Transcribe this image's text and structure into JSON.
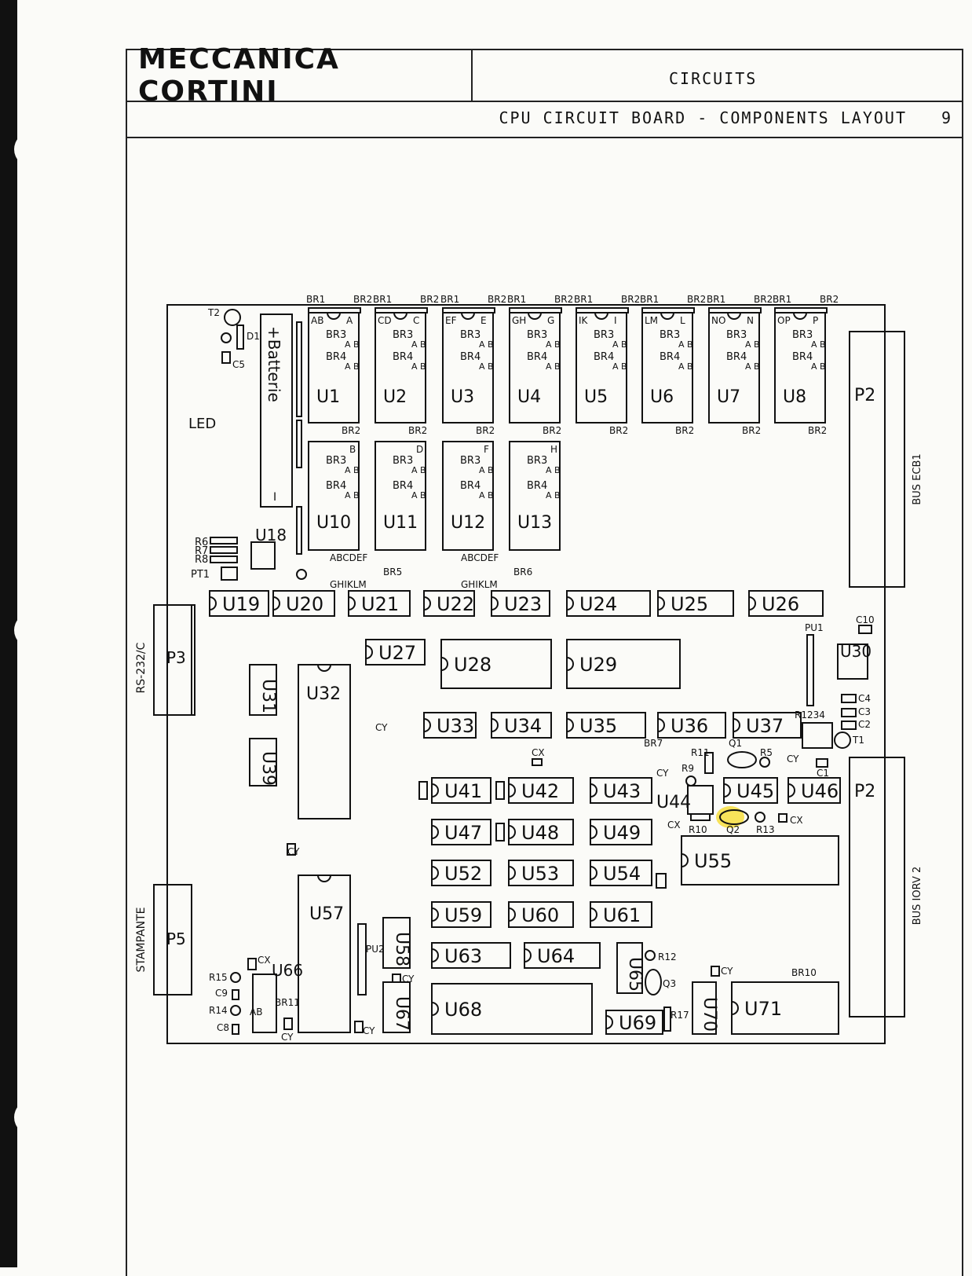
{
  "header": {
    "brand": "MECCANICA CORTINI",
    "section": "CIRCUITS",
    "title": "CPU CIRCUIT BOARD - COMPONENTS LAYOUT",
    "page": "9"
  },
  "top_row_chips": [
    {
      "name": "U1",
      "pins": [
        "AB",
        "A"
      ]
    },
    {
      "name": "U2",
      "pins": [
        "CD",
        "C"
      ]
    },
    {
      "name": "U3",
      "pins": [
        "EF",
        "E"
      ]
    },
    {
      "name": "U4",
      "pins": [
        "GH",
        "G"
      ]
    },
    {
      "name": "U5",
      "pins": [
        "IK",
        "I"
      ]
    },
    {
      "name": "U6",
      "pins": [
        "LM",
        "L"
      ]
    },
    {
      "name": "U7",
      "pins": [
        "NO",
        "N"
      ]
    },
    {
      "name": "U8",
      "pins": [
        "OP",
        "P"
      ]
    }
  ],
  "second_row_chips": [
    {
      "name": "U10",
      "pins": [
        "B"
      ]
    },
    {
      "name": "U11",
      "pins": [
        "D"
      ]
    },
    {
      "name": "U12",
      "pins": [
        "F"
      ]
    },
    {
      "name": "U13",
      "pins": [
        "H"
      ]
    }
  ],
  "jumper_labels": {
    "br1": "BR1",
    "br2": "BR2",
    "br3": "BR3",
    "br4": "BR4",
    "ab": "A B"
  },
  "ic_rows": [
    [
      "U19",
      "U20",
      "U21",
      "U22",
      "U23",
      "U24",
      "U25",
      "U26"
    ],
    [
      "U27",
      "U28",
      "U29",
      "U30"
    ],
    [
      "U33",
      "U34",
      "U35",
      "U36",
      "U37"
    ],
    [
      "U41",
      "U42",
      "U43",
      "U44",
      "U45",
      "U46"
    ],
    [
      "U47",
      "U48",
      "U49",
      "U55"
    ],
    [
      "U52",
      "U53",
      "U54"
    ],
    [
      "U59",
      "U60",
      "U61"
    ],
    [
      "U63",
      "U64",
      "U65"
    ],
    [
      "U68",
      "U69",
      "U70",
      "U71"
    ]
  ],
  "vertical_chips": [
    "U31",
    "U32",
    "U39",
    "U57",
    "U58",
    "U67",
    "U66",
    "U18"
  ],
  "connectors": {
    "p2_top": "P2",
    "p2_bottom": "P2",
    "p3": "P3",
    "p5": "P5",
    "bus_ecb": "BUS ECB1",
    "bus_iorv": "BUS IORV 2",
    "rs232": "RS-232/C",
    "stampante": "STAMPANTE"
  },
  "misc_labels": {
    "battery": "+Batterie",
    "battery_minus": "I",
    "led": "LED",
    "t2": "T2",
    "d1": "D1",
    "c5": "C5",
    "r6": "R6",
    "r7": "R7",
    "r8": "R8",
    "pt1": "PT1",
    "br5_letters_top": "ABCDEF",
    "br5_letters_bottom": "GHIKLM",
    "br5": "BR5",
    "br6": "BR6",
    "pu1": "PU1",
    "pu2": "PU2",
    "c10": "C10",
    "c4": "C4",
    "c3": "C3",
    "c2": "C2",
    "c1": "C1",
    "t1": "T1",
    "r1234": "R1234",
    "q1": "Q1",
    "q2": "Q2",
    "q3": "Q3",
    "r5": "R5",
    "r9": "R9",
    "r10": "R10",
    "r11": "R11",
    "r12": "R12",
    "r13": "R13",
    "r14": "R14",
    "r15": "R15",
    "r17": "R17",
    "br7": "BR7",
    "br10": "BR10",
    "br11": "BR11",
    "ab2": "AB",
    "c8": "C8",
    "c9": "C9",
    "cx": "CX",
    "cy": "CY"
  }
}
